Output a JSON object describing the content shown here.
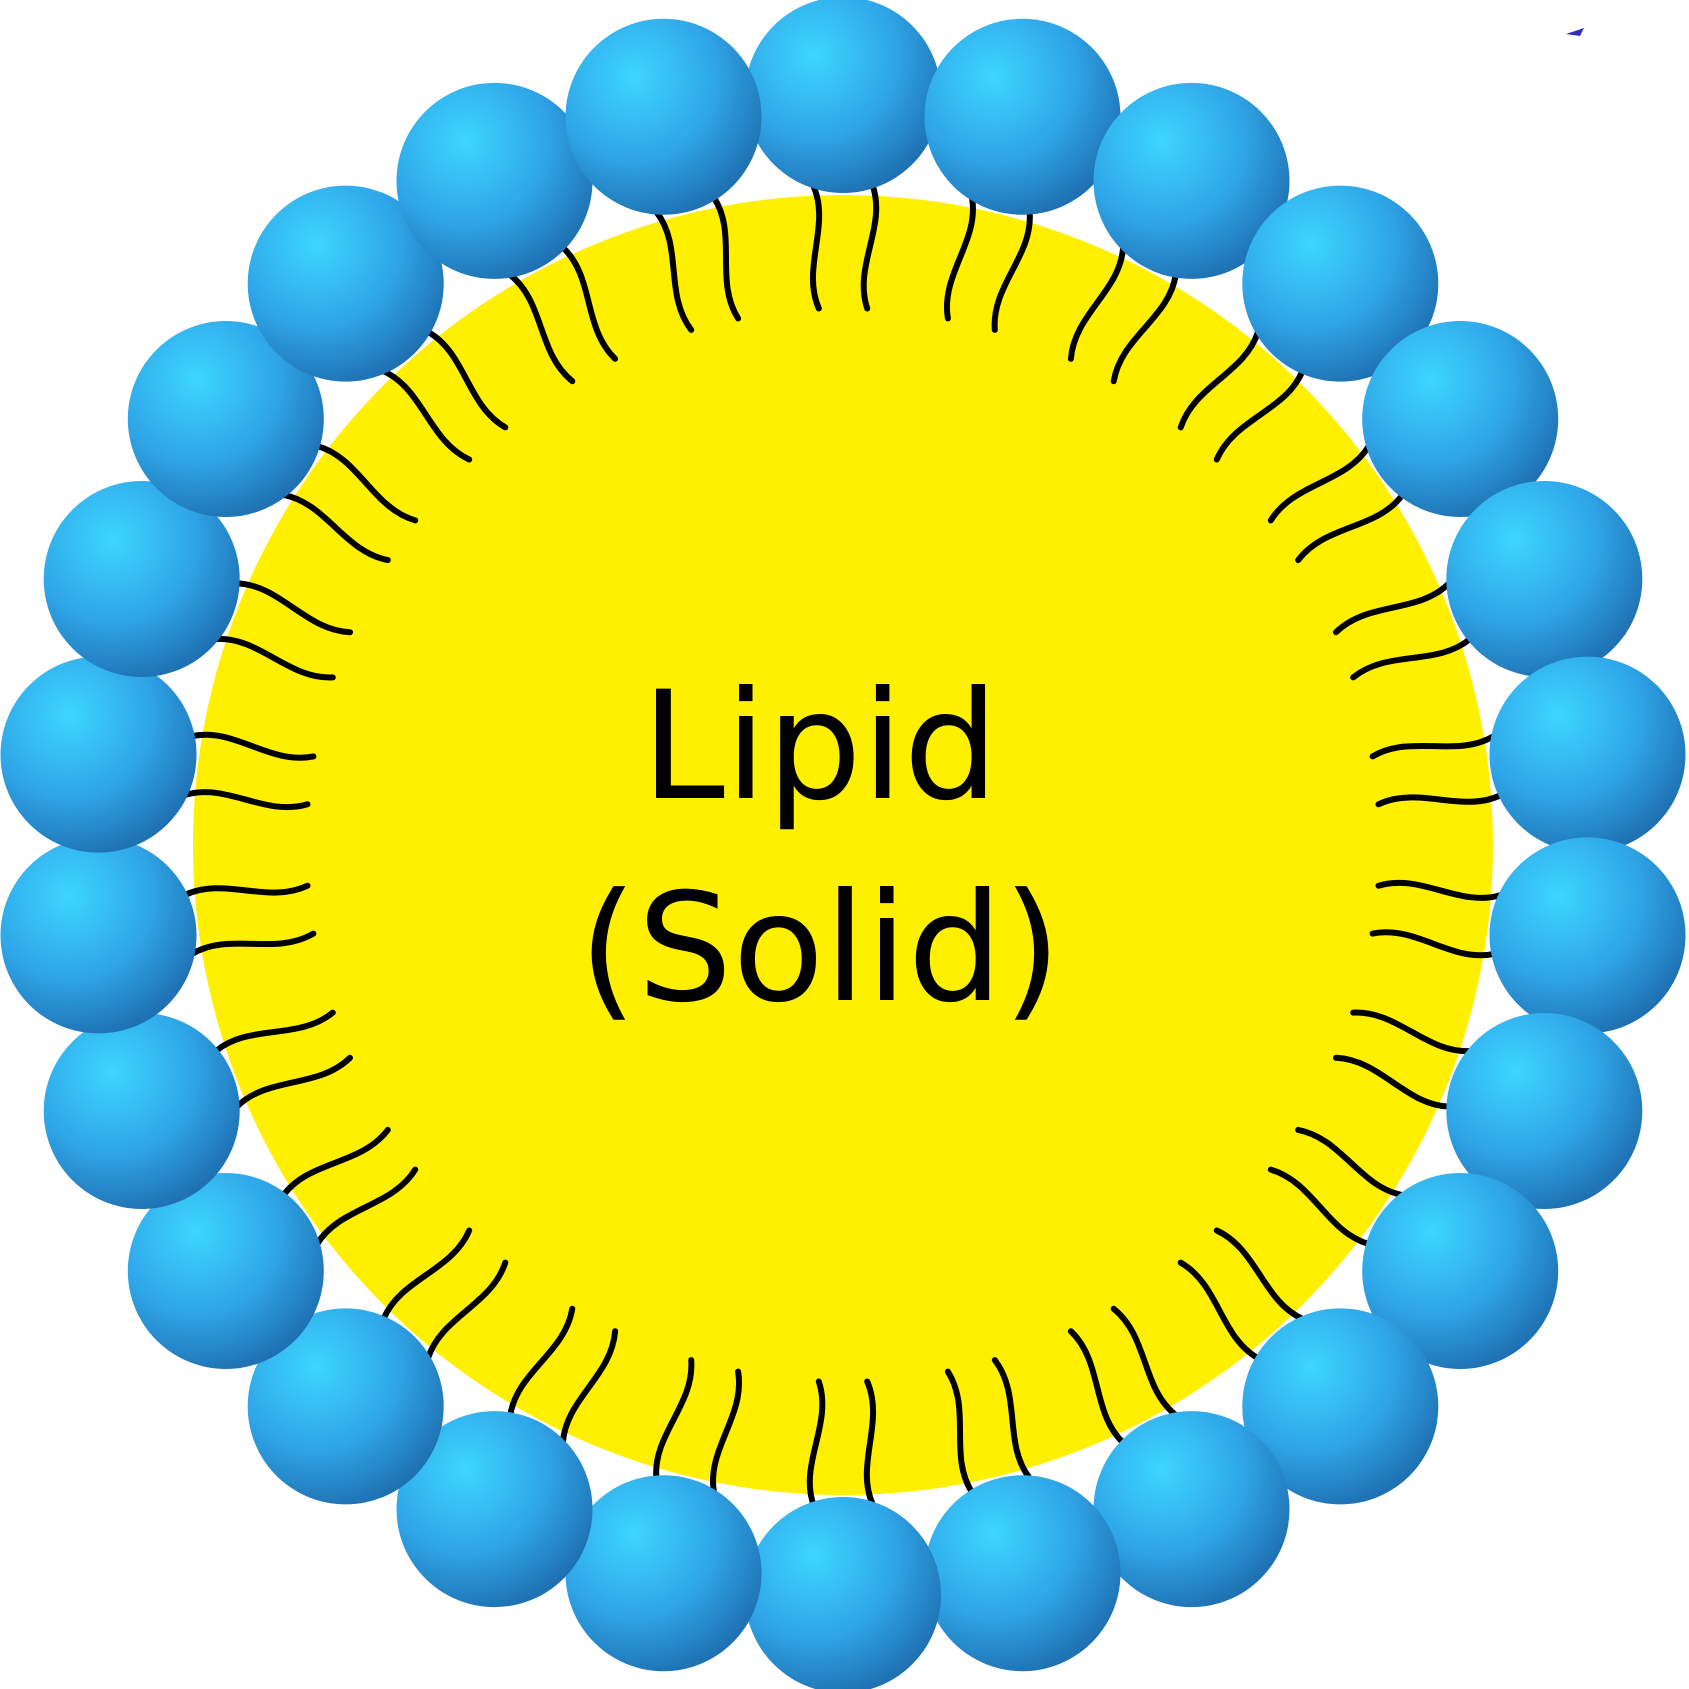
{
  "diagram": {
    "label_line_1": "Lipid",
    "label_line_2": "(Solid)",
    "colors": {
      "core": "#FFF000",
      "head_light": "#3DD6FF",
      "head_mid": "#2FA6E8",
      "head_dark": "#1E6FB0",
      "tail": "#000000",
      "background": "#FFFFFF"
    },
    "head_count": 26,
    "tails_per_head": 2,
    "shape_names": {
      "core": "lipid-core",
      "head": "phospholipid-head",
      "tail": "lipid-tail"
    }
  }
}
